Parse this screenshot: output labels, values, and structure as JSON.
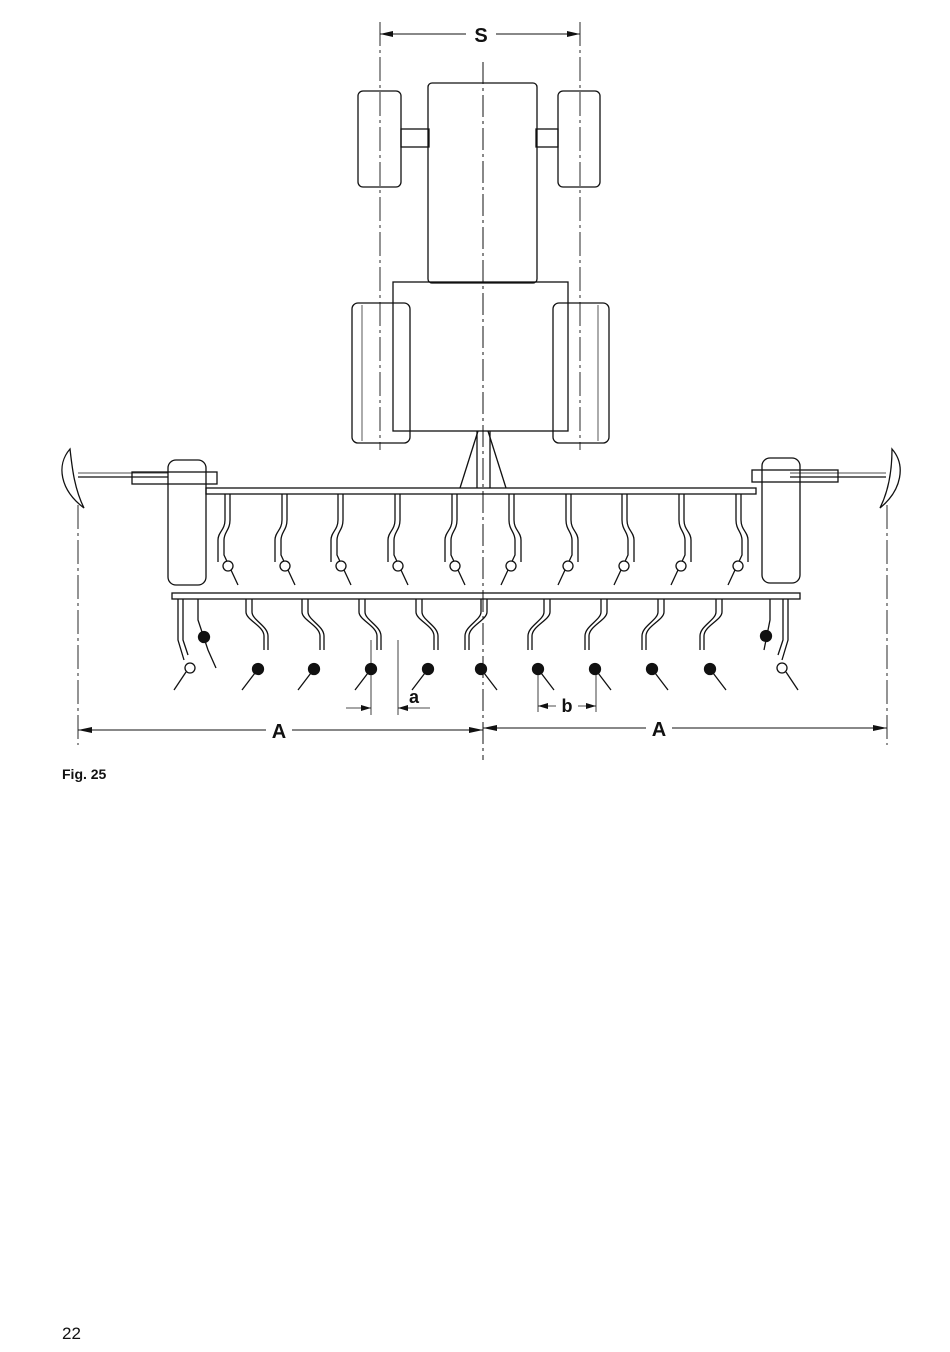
{
  "figure": {
    "caption": "Fig. 25",
    "labels": {
      "track_width": "S",
      "tine_spacing_a": "a",
      "tine_spacing_b": "b",
      "half_width_left": "A",
      "half_width_right": "A"
    },
    "colors": {
      "line": "#111111",
      "paper": "#ffffff"
    },
    "parts": [
      "tractor",
      "rear-wheels",
      "front-wheels",
      "front-tine-row",
      "rear-tine-row",
      "depth-wheels",
      "track-markers"
    ]
  },
  "page": {
    "number": "22"
  }
}
